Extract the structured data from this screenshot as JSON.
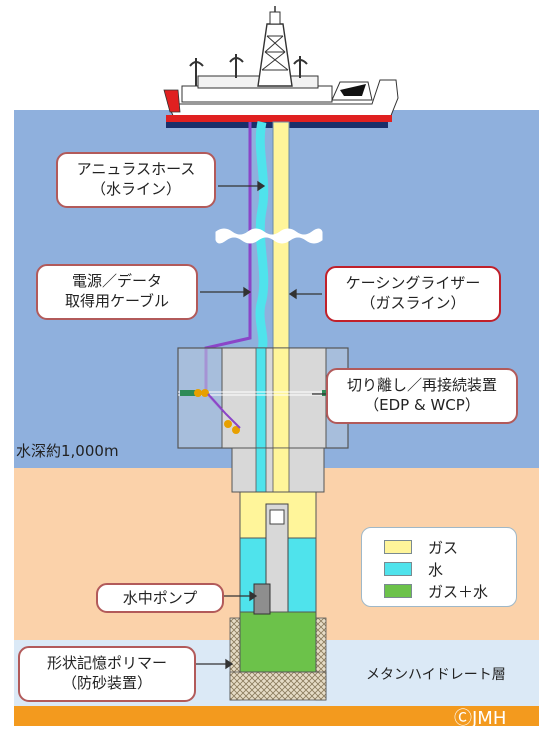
{
  "labels": {
    "annulus_hose": [
      "アニュラスホース",
      "（水ライン）"
    ],
    "power_cable": [
      "電源／データ",
      "取得用ケーブル"
    ],
    "casing_riser": [
      "ケーシングライザー",
      "（ガスライン）"
    ],
    "disconnect": [
      "切り離し／再接続装置",
      "（EDP & WCP）"
    ],
    "pump": "水中ポンプ",
    "polymer": [
      "形状記憶ポリマー",
      "（防砂装置）"
    ],
    "water_depth": "水深約1,000m",
    "hydrate_layer": "メタンハイドレート層",
    "copyright": "ⒸJMH"
  },
  "legend": [
    {
      "label": "ガス",
      "color": "#fff59a"
    },
    {
      "label": "水",
      "color": "#4fe3ec"
    },
    {
      "label": "ガス＋水",
      "color": "#6cc24a"
    }
  ],
  "colors": {
    "sea": "#8fb0dd",
    "seabed": "#fbd2aa",
    "hydrate": "#dbe9f6",
    "bottom": "#f39a1e",
    "border_red": "#c0202a",
    "border_brown": "#b25a5a"
  }
}
